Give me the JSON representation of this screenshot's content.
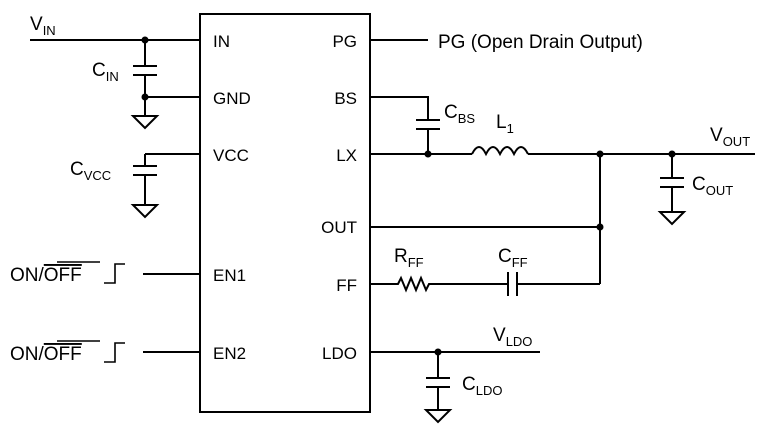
{
  "labels": {
    "vin": {
      "main": "V",
      "sub": "IN"
    },
    "cin": {
      "main": "C",
      "sub": "IN"
    },
    "cvcc": {
      "main": "C",
      "sub": "VCC"
    },
    "cbs": {
      "main": "C",
      "sub": "BS"
    },
    "l1": {
      "main": "L",
      "sub": "1"
    },
    "vout": {
      "main": "V",
      "sub": "OUT"
    },
    "cout": {
      "main": "C",
      "sub": "OUT"
    },
    "rff": {
      "main": "R",
      "sub": "FF"
    },
    "cff": {
      "main": "C",
      "sub": "FF"
    },
    "vldo": {
      "main": "V",
      "sub": "LDO"
    },
    "cldo": {
      "main": "C",
      "sub": "LDO"
    },
    "pg_output": "PG (Open Drain Output)",
    "on_off_1": {
      "on": "ON/",
      "off": "OFF"
    },
    "on_off_2": {
      "on": "ON/",
      "off": "OFF"
    }
  },
  "pins": {
    "left": [
      "IN",
      "GND",
      "VCC",
      "EN1",
      "EN2"
    ],
    "right": [
      "PG",
      "BS",
      "LX",
      "OUT",
      "FF",
      "LDO"
    ]
  }
}
